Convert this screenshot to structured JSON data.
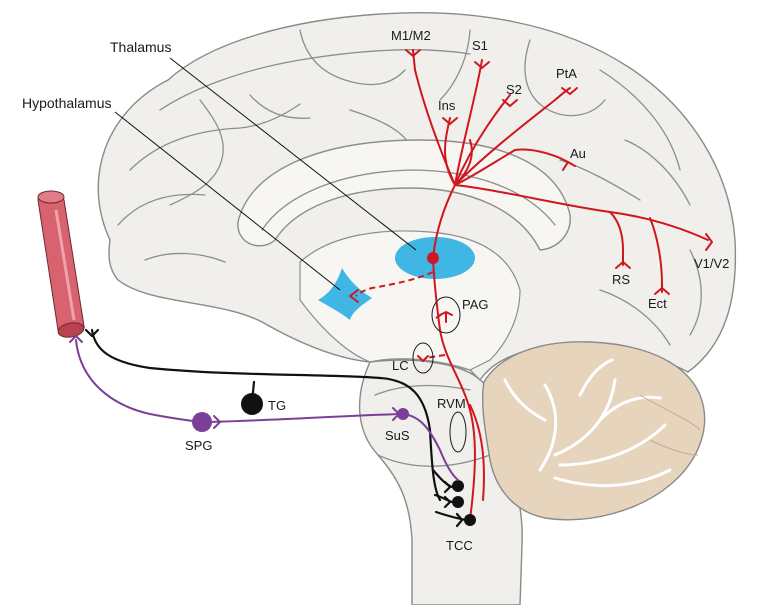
{
  "labels": {
    "thalamus": "Thalamus",
    "hypothalamus": "Hypothalamus",
    "m1m2": "M1/M2",
    "s1": "S1",
    "pta": "PtA",
    "ins": "Ins",
    "s2": "S2",
    "au": "Au",
    "rs": "RS",
    "ect": "Ect",
    "v1v2": "V1/V2",
    "pag": "PAG",
    "lc": "LC",
    "tg": "TG",
    "rvm": "RVM",
    "sus": "SuS",
    "spg": "SPG",
    "tcc": "TCC"
  },
  "colors": {
    "brain_fill": "#f1efec",
    "brain_outline": "#8a8a8a",
    "cerebellum": "#e7d4bd",
    "inner_structure": "#f7f6f3",
    "thalamus_blue": "#3fb6e3",
    "hypothalamus_blue": "#3fb6e3",
    "pathway_red": "#d0161f",
    "trigeminal_black": "#111111",
    "parasympathetic_purple": "#7b3f98",
    "vessel": "#d9626f"
  },
  "icons": {
    "vessel": "blood-vessel-icon",
    "neuron_body": "neuron-soma-icon",
    "synapse": "synapse-terminal-icon"
  }
}
